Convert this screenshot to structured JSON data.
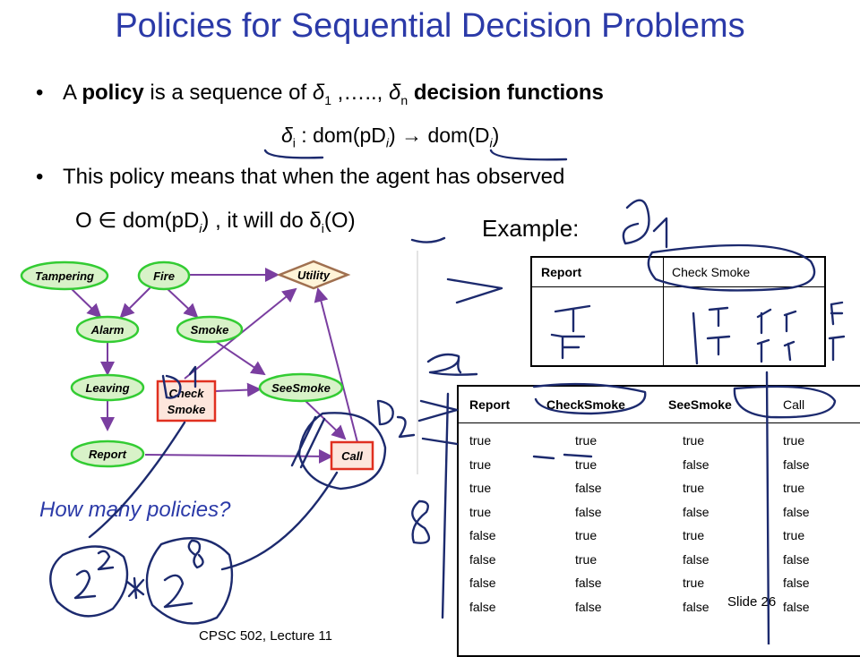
{
  "title": "Policies for Sequential Decision Problems",
  "bullets": {
    "b1_prefix": "A",
    "b1_policy": "policy",
    "b1_mid": "is a sequence of",
    "b1_delta1": "δ",
    "b1_sub1": "1",
    "b1_dots": ",…..,",
    "b1_deltan": "δ",
    "b1_subn": "n",
    "b1_suffix": "decision functions",
    "formula": "δ",
    "formula_sub": "i",
    "formula_rest1": ": dom(pD",
    "formula_sub2": "i",
    "formula_rest2": ") → dom(D",
    "formula_sub3": "i",
    "formula_rest3": ")",
    "b2": "This policy means that when the agent has observed",
    "b2_line2_a": "O ∈ dom(pD",
    "b2_line2_sub": "i",
    "b2_line2_b": ") , it will do δ",
    "b2_line2_sub2": "i",
    "b2_line2_c": "(O)"
  },
  "example_label": "Example:",
  "network": {
    "nodes": {
      "tampering": "Tampering",
      "fire": "Fire",
      "utility": "Utility",
      "alarm": "Alarm",
      "smoke": "Smoke",
      "leaving": "Leaving",
      "check_smoke_1": "Check",
      "check_smoke_2": "Smoke",
      "see_smoke": "SeeSmoke",
      "report": "Report",
      "call": "Call"
    },
    "colors": {
      "chance_fill": "#d8f2c8",
      "chance_stroke": "#33cc33",
      "decision_stroke": "#e03020",
      "utility_stroke": "#a07050",
      "arrow": "#7a3ea0"
    }
  },
  "table1": {
    "headers": [
      "Report",
      "Check Smoke"
    ]
  },
  "table2": {
    "headers": [
      "Report",
      "CheckSmoke",
      "SeeSmoke",
      "Call"
    ],
    "rows": [
      [
        "true",
        "true",
        "true",
        "true"
      ],
      [
        "true",
        "true",
        "false",
        "false"
      ],
      [
        "true",
        "false",
        "true",
        "true"
      ],
      [
        "true",
        "false",
        "false",
        "false"
      ],
      [
        "false",
        "true",
        "true",
        "true"
      ],
      [
        "false",
        "true",
        "false",
        "false"
      ],
      [
        "false",
        "false",
        "true",
        "false"
      ],
      [
        "false",
        "false",
        "false",
        "false"
      ]
    ]
  },
  "how_many": "How many policies?",
  "footer": "CPSC 502, Lecture 11",
  "slide_number": "Slide 26",
  "colors": {
    "title": "#2b3aa8",
    "ink": "#1c2a6e"
  }
}
